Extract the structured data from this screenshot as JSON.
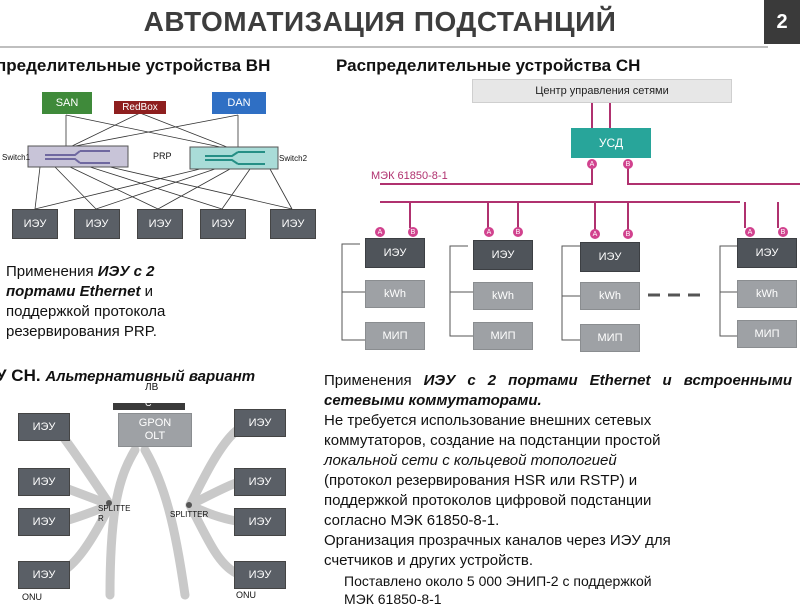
{
  "header": {
    "title": "АВТОМАТИЗАЦИЯ ПОДСТАНЦИЙ",
    "page_number": "2"
  },
  "left_top": {
    "heading": "пределительные устройства ВН",
    "nodes": {
      "san": "SAN",
      "redbox": "RedBox",
      "dan": "DAN",
      "switch1": "Switch1",
      "prp": "PRP",
      "switch2": "Switch2",
      "ieu": [
        "ИЭУ",
        "ИЭУ",
        "ИЭУ",
        "ИЭУ",
        "ИЭУ"
      ]
    },
    "text": [
      {
        "plain": "Применения ",
        "italic": "ИЭУ с 2"
      },
      {
        "italic": "портами Ethernet",
        "plain": " и"
      },
      {
        "plain": "поддержкой протокола"
      },
      {
        "plain": "резервирования PRP."
      }
    ]
  },
  "right_top": {
    "heading": "Распределительные устройства СН",
    "control_center": "Центр управления сетями",
    "usd": "УСД",
    "standard": "МЭК 61850-8-1",
    "port_a": "A",
    "port_b": "B",
    "columns": [
      {
        "ieu": "ИЭУ",
        "kwh": "kWh",
        "mip": "МИП"
      },
      {
        "ieu": "ИЭУ",
        "kwh": "kWh",
        "mip": "МИП"
      },
      {
        "ieu": "ИЭУ",
        "kwh": "kWh",
        "mip": "МИП"
      },
      {
        "ieu": "ИЭУ",
        "kwh": "kWh",
        "mip": "МИП"
      }
    ]
  },
  "left_bottom": {
    "heading_bold": "У СН.",
    "heading_italic": "Альтернативный вариант",
    "lv_label": "ЛВ",
    "lv_sub": "С",
    "gpon": [
      "GPON",
      "OLT"
    ],
    "splitter_left": [
      "SPLITTE",
      "R"
    ],
    "splitter_right": "SPLITTER",
    "ieu_left": [
      "ИЭУ",
      "ИЭУ",
      "ИЭУ",
      "ИЭУ"
    ],
    "ieu_right": [
      "ИЭУ",
      "ИЭУ",
      "ИЭУ",
      "ИЭУ"
    ],
    "onu_left": "ONU",
    "onu_right": "ONU"
  },
  "right_bottom": {
    "p1_plain": "Применения ",
    "p1_bold": "ИЭУ с 2 портами Ethernet и встроенными сетевыми коммутаторами.",
    "p2": [
      "Не требуется использование внешних сетевых",
      "коммутаторов, создание на подстанции простой",
      "локальной сети с кольцевой топологией",
      "(протокол резервирования HSR или RSTP) и",
      "поддержкой протоколов цифровой подстанции",
      "согласно МЭК 61850-8-1."
    ],
    "p3": [
      "Организация прозрачных каналов через ИЭУ для",
      "счетчиков и других устройств."
    ],
    "p4": [
      "Поставлено около 5 000 ЭНИП-2 с поддержкой",
      "МЭК 61850-8-1"
    ]
  },
  "colors": {
    "title": "#3d3d3d",
    "ring": "#b0316f",
    "port": "#d1428e",
    "usd": "#28a59a",
    "san": "#3f8a3a",
    "dan": "#2f6fc4",
    "redbox": "#8e1f1f"
  }
}
